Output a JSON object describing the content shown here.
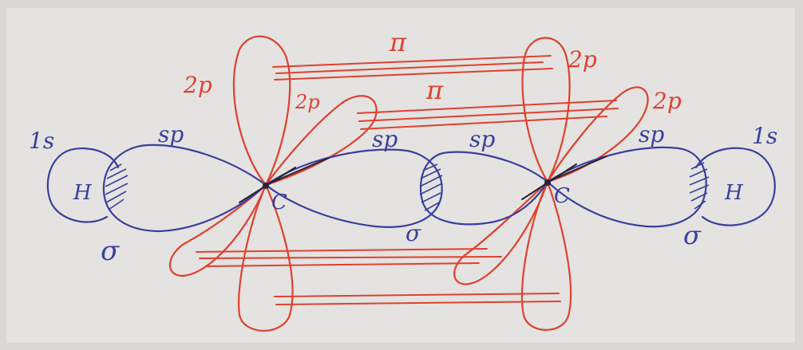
{
  "diagram": {
    "description_labels": {
      "hydrogen_left_orbital": "1s",
      "hydrogen_right_orbital": "1s",
      "hydrogen_left_atom": "H",
      "hydrogen_right_atom": "H",
      "carbon_left_atom": "C",
      "carbon_right_atom": "C",
      "sp_left_outer": "sp",
      "sp_left_inner": "sp",
      "sp_right_inner": "sp",
      "sp_right_outer": "sp",
      "p2_left_vertical": "2p",
      "p2_left_diagonal": "2p",
      "p2_right_vertical": "2p",
      "p2_right_diagonal": "2p",
      "pi_top": "π",
      "pi_middle": "π",
      "sigma_left": "σ",
      "sigma_center": "σ",
      "sigma_right": "σ"
    },
    "colors": {
      "paper": "#d9d8d6",
      "paper_inner": "#e4e3e1",
      "sp_orbital": "#3a3f9e",
      "p_orbital": "#e0402e",
      "bond_dark": "#2a2233"
    }
  }
}
